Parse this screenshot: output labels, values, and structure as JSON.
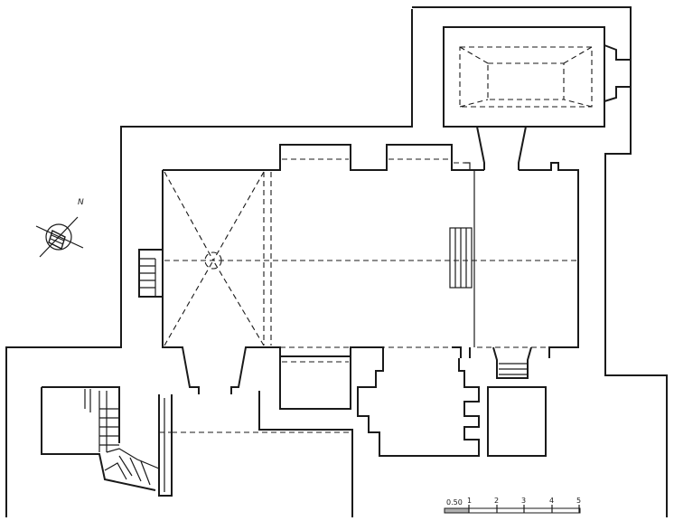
{
  "plan": {
    "north_label": "N",
    "scale_labels": [
      "0.50",
      "1",
      "2",
      "3",
      "4",
      "5"
    ]
  }
}
